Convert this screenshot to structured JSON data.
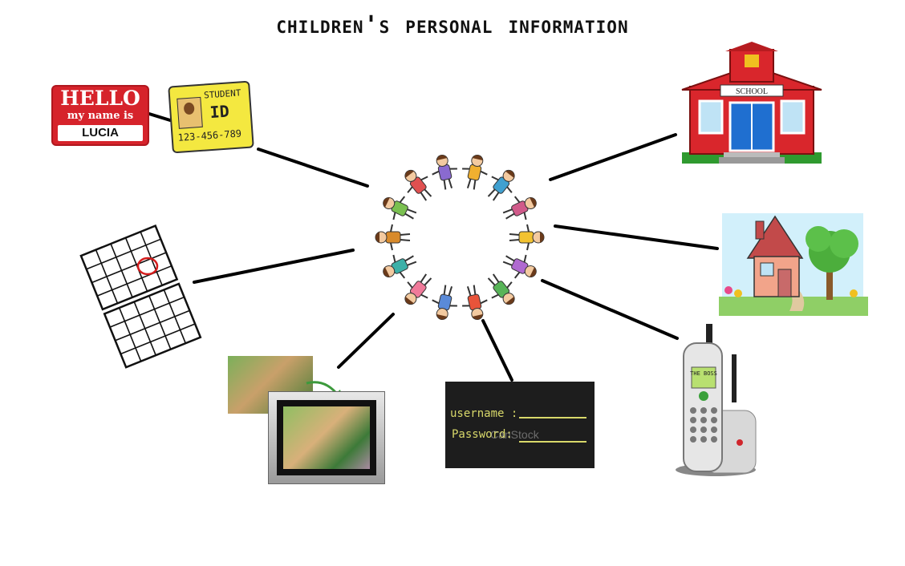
{
  "title": "Children's Personal Information",
  "hub": {
    "label": ""
  },
  "nodes": {
    "name_tag": {
      "hello": "HELLO",
      "subtitle": "my name is",
      "name": "LUCIA"
    },
    "student_id": {
      "heading": "STUDENT",
      "id": "ID",
      "number": "123-456-789"
    },
    "school": {
      "sign": "SCHOOL"
    },
    "home": {},
    "calendar": {},
    "photos": {},
    "login": {
      "username_label": "username :",
      "password_label": "Password:",
      "watermark": "CanStock"
    },
    "phone": {
      "screen": "THE BOSS"
    }
  },
  "colors": {
    "lines": "#000000",
    "name_tag_red": "#d6232b",
    "id_yellow": "#f4e840",
    "school_red": "#d9262c",
    "board_chalk": "#d8d86a"
  }
}
